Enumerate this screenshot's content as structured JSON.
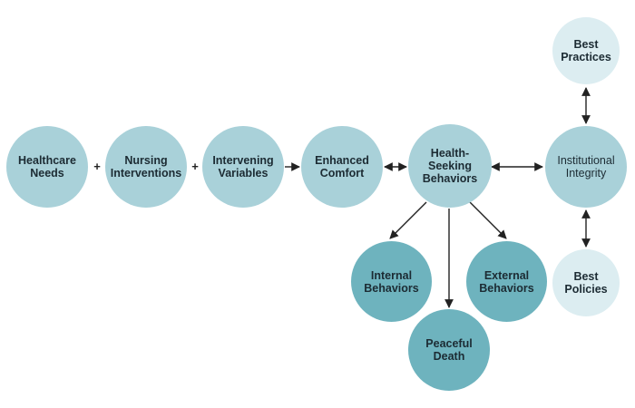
{
  "nodes": {
    "healthcare_needs": "Healthcare\nNeeds",
    "nursing_interventions": "Nursing\nInterventions",
    "intervening_variables": "Intervening\nVariables",
    "enhanced_comfort": "Enhanced\nComfort",
    "health_seeking_behaviors": "Health-\nSeeking\nBehaviors",
    "institutional_integrity": "Institutional\nIntegrity",
    "best_practices": "Best\nPractices",
    "best_policies": "Best\nPolicies",
    "internal_behaviors": "Internal\nBehaviors",
    "external_behaviors": "External\nBehaviors",
    "peaceful_death": "Peaceful\nDeath"
  },
  "operators": {
    "plus_1": "+",
    "plus_2": "+"
  },
  "colors": {
    "light": "#a9d1d9",
    "lighter": "#dcedf1",
    "dark": "#6eb3be",
    "arrow": "#222222"
  }
}
